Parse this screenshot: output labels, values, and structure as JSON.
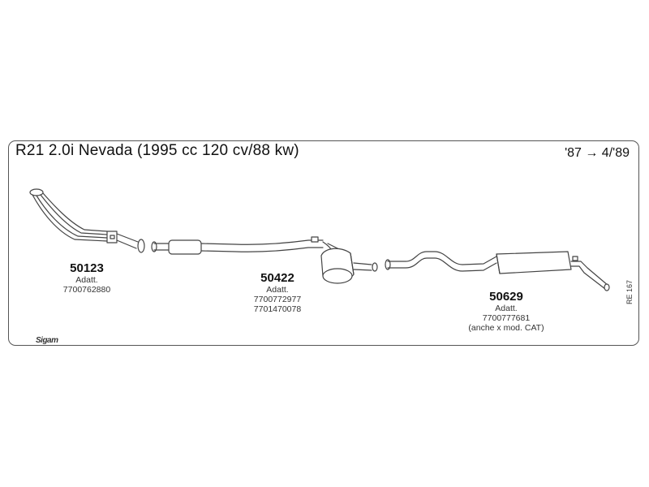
{
  "header": {
    "title": "R21 2.0i Nevada (1995 cc 120 cv/88 kw)",
    "years": "'87 → 4/'89"
  },
  "parts": [
    {
      "number": "50123",
      "adatt": "Adatt.",
      "refs": [
        "7700762880"
      ],
      "note": ""
    },
    {
      "number": "50422",
      "adatt": "Adatt.",
      "refs": [
        "7700772977",
        "7701470078"
      ],
      "note": ""
    },
    {
      "number": "50629",
      "adatt": "Adatt.",
      "refs": [
        "7700777681"
      ],
      "note": "(anche x mod. CAT)"
    }
  ],
  "sheet_code": "RE 167",
  "logo_text": "Sigam"
}
